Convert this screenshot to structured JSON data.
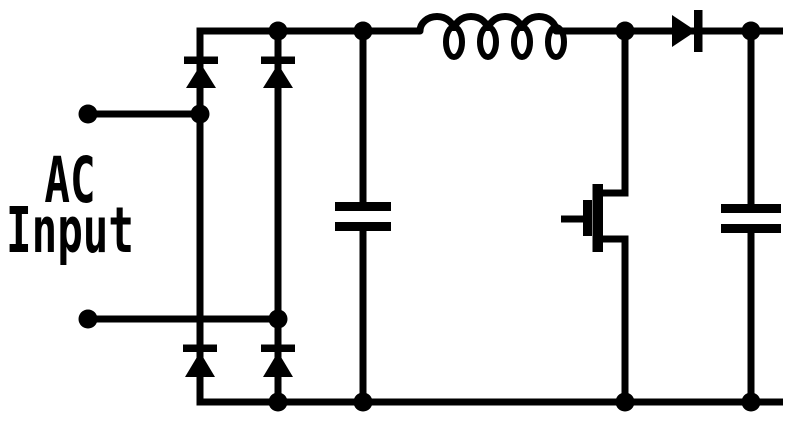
{
  "diagram": {
    "type": "circuit-schematic",
    "label": {
      "line1": "AC",
      "line2": "Input"
    },
    "colors": {
      "line": "#000000",
      "background": "#ffffff"
    },
    "components": [
      {
        "name": "ac-input-terminals",
        "count": 2
      },
      {
        "name": "bridge-rectifier",
        "diodes": 4,
        "orientation": "all pointing up"
      },
      {
        "name": "filter-capacitor"
      },
      {
        "name": "inductor-coil",
        "turns": 4
      },
      {
        "name": "mosfet-switch",
        "gate": "unconnected stub on left"
      },
      {
        "name": "boost-diode",
        "orientation": "pointing right"
      },
      {
        "name": "output-capacitor"
      },
      {
        "name": "output-stubs",
        "count": 2
      }
    ]
  }
}
